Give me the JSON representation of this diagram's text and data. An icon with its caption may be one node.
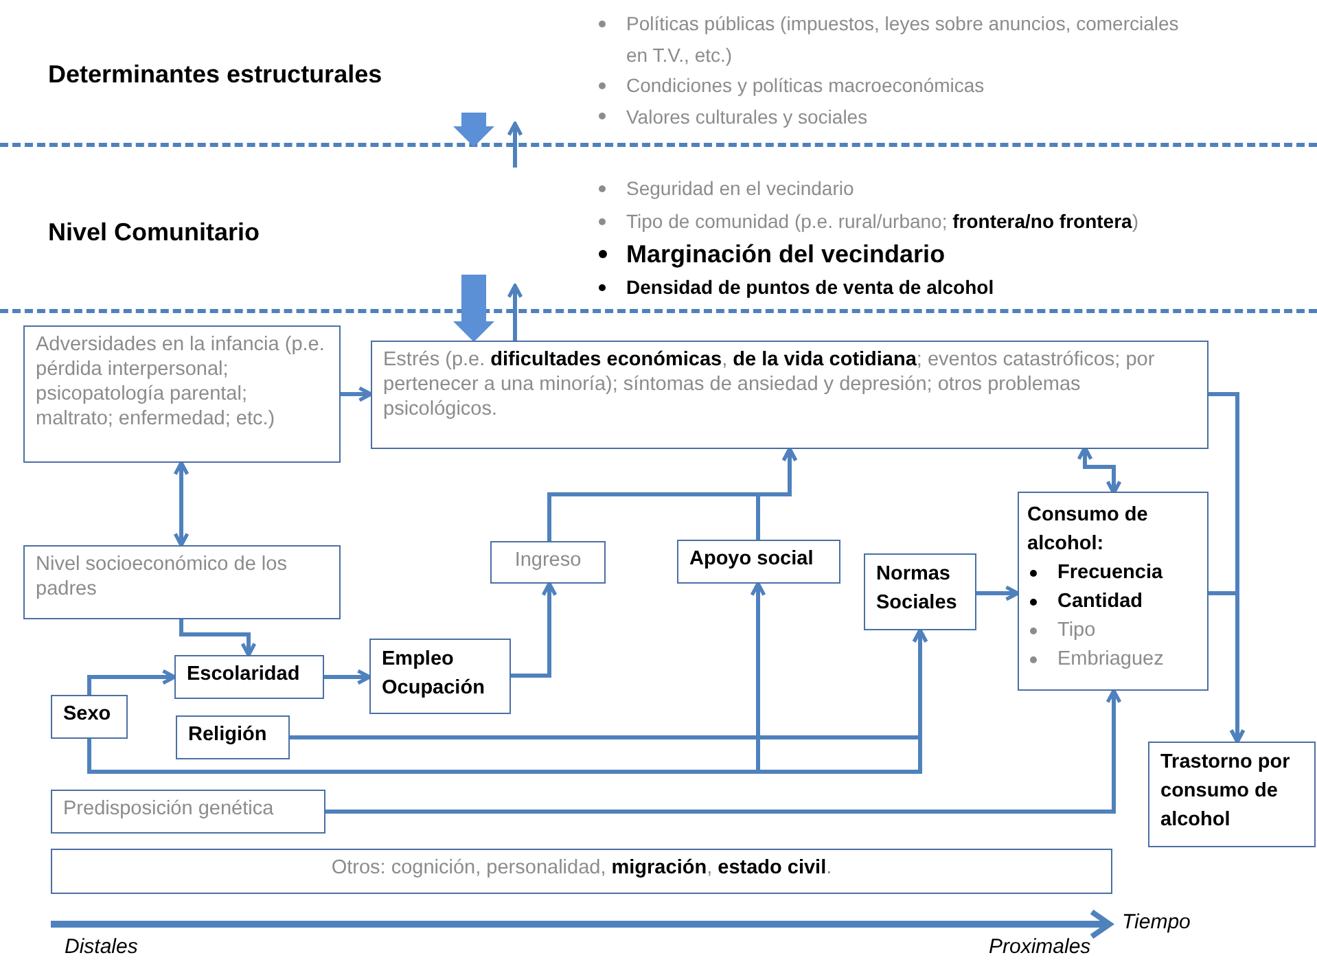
{
  "diagram": {
    "nodes": [
      {
        "text": [
          "Determinantes estructurales",
          "Políticas públicas (impuestos, leyes sobre anuncios, comerciales en T.V., etc.)",
          "Condiciones y políticas macroeconómicas",
          "Valores culturales y sociales"
        ]
      },
      {
        "text": [
          "Nivel Comunitario",
          "Seguridad en el vecindario",
          "Tipo de comunidad (p.e. rural/urbano; **frontera/no frontera**)",
          "Marginación del vecindario",
          "Densidad de puntos de venta de alcohol"
        ]
      },
      {
        "text": [
          "Adversidades en la infancia (p.e. pérdida interpersonal; psicopatología parental; maltrato; enfermedad; etc.)"
        ]
      },
      {
        "text": [
          "Estrés (p.e. **dificultades económicas**, **de la vida cotidiana**; eventos catastróficos; por pertenecer a una minoría); síntomas de ansiedad y depresión; otros problemas psicológicos."
        ]
      },
      {
        "text": [
          "Nivel socioeconómico de los padres"
        ]
      },
      {
        "text": [
          "Ingreso"
        ]
      },
      {
        "text": [
          "Apoyo social"
        ]
      },
      {
        "text": [
          "Normas Sociales"
        ]
      },
      {
        "text": [
          "Consumo de alcohol:",
          "Frecuencia",
          "Cantidad",
          "Tipo",
          "Embriaguez"
        ]
      },
      {
        "text": [
          "Escolaridad"
        ]
      },
      {
        "text": [
          "Empleo Ocupación"
        ]
      },
      {
        "text": [
          "Sexo"
        ]
      },
      {
        "text": [
          "Religión"
        ]
      },
      {
        "text": [
          "Predisposición genética"
        ]
      },
      {
        "text": [
          "Trastorno por consumo de alcohol"
        ]
      },
      {
        "text": [
          "Otros: cognición, personalidad, **migración**, **estado civil**."
        ]
      }
    ],
    "edges": [
      {
        "from": 0,
        "to": 1,
        "arrow": "to",
        "style": "thick"
      },
      {
        "from": 1,
        "to": 0,
        "arrow": "to"
      },
      {
        "from": 1,
        "to": 3,
        "arrow": "to",
        "style": "thick"
      },
      {
        "from": 3,
        "to": 1,
        "arrow": "to"
      },
      {
        "from": 2,
        "to": 3,
        "arrow": "to"
      },
      {
        "from": 2,
        "to": 4,
        "arrow": "both"
      },
      {
        "from": 4,
        "to": 9,
        "arrow": "to"
      },
      {
        "from": 11,
        "to": 9,
        "arrow": "to"
      },
      {
        "from": 9,
        "to": 10,
        "arrow": "to"
      },
      {
        "from": 10,
        "to": 5,
        "arrow": "to"
      },
      {
        "from": 5,
        "to": 3,
        "arrow": "to"
      },
      {
        "from": 6,
        "to": 3,
        "arrow": "to"
      },
      {
        "from": 3,
        "to": 8,
        "arrow": "both"
      },
      {
        "from": 7,
        "to": 8,
        "arrow": "to"
      },
      {
        "from": 12,
        "to": 7,
        "arrow": "to"
      },
      {
        "from": 11,
        "to": 7,
        "arrow": "to"
      },
      {
        "from": 11,
        "to": 6,
        "arrow": "to"
      },
      {
        "from": 13,
        "to": 8,
        "arrow": "to"
      },
      {
        "from": 3,
        "to": 14,
        "arrow": "to"
      },
      {
        "from": 8,
        "to": 14,
        "arrow": "to"
      }
    ],
    "labels": [
      "Tiempo",
      "Distales",
      "Proximales"
    ]
  }
}
